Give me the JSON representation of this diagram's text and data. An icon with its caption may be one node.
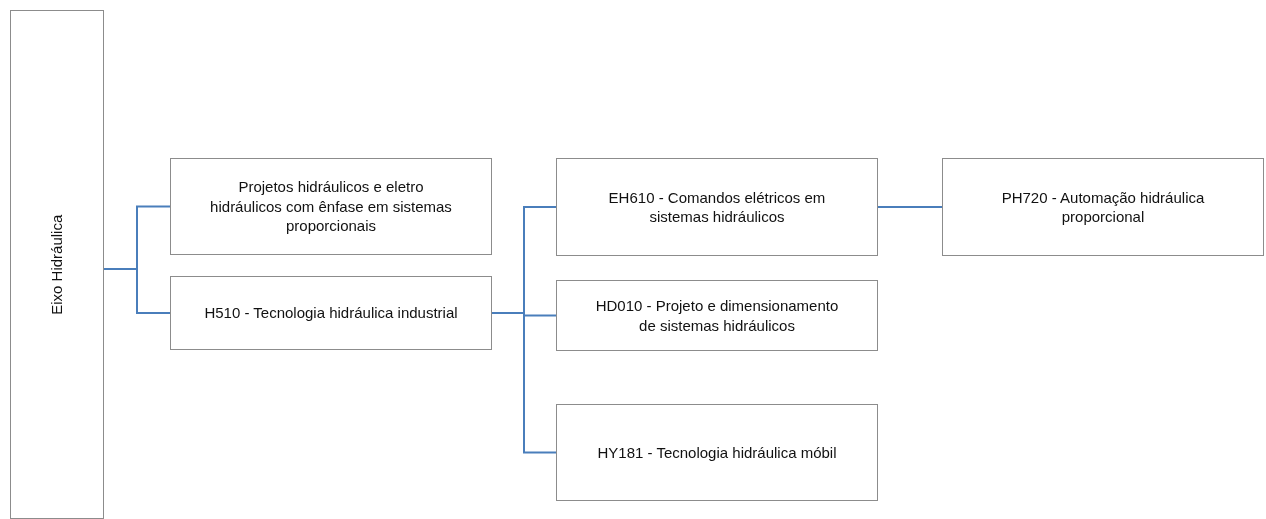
{
  "diagram": {
    "nodes": [
      {
        "text": [
          "Eixo Hidráulica"
        ]
      },
      {
        "text": [
          "Projetos hidráulicos e eletro hidráulicos com ênfase em sistemas proporcionais"
        ]
      },
      {
        "text": [
          "H510 - Tecnologia hidráulica industrial"
        ]
      },
      {
        "text": [
          "EH610 - Comandos elétricos em sistemas hidráulicos"
        ]
      },
      {
        "text": [
          "HD010 - Projeto e dimensionamento de sistemas hidráulicos"
        ]
      },
      {
        "text": [
          "HY181 - Tecnologia hidráulica móbil"
        ]
      },
      {
        "text": [
          "PH720 - Automação hidráulica proporcional"
        ]
      }
    ],
    "edges": [
      {
        "from": 0,
        "to": 1,
        "arrow": "none"
      },
      {
        "from": 0,
        "to": 2,
        "arrow": "none"
      },
      {
        "from": 2,
        "to": 3,
        "arrow": "none"
      },
      {
        "from": 2,
        "to": 4,
        "arrow": "none"
      },
      {
        "from": 2,
        "to": 5,
        "arrow": "none"
      },
      {
        "from": 3,
        "to": 6,
        "arrow": "none"
      }
    ]
  }
}
